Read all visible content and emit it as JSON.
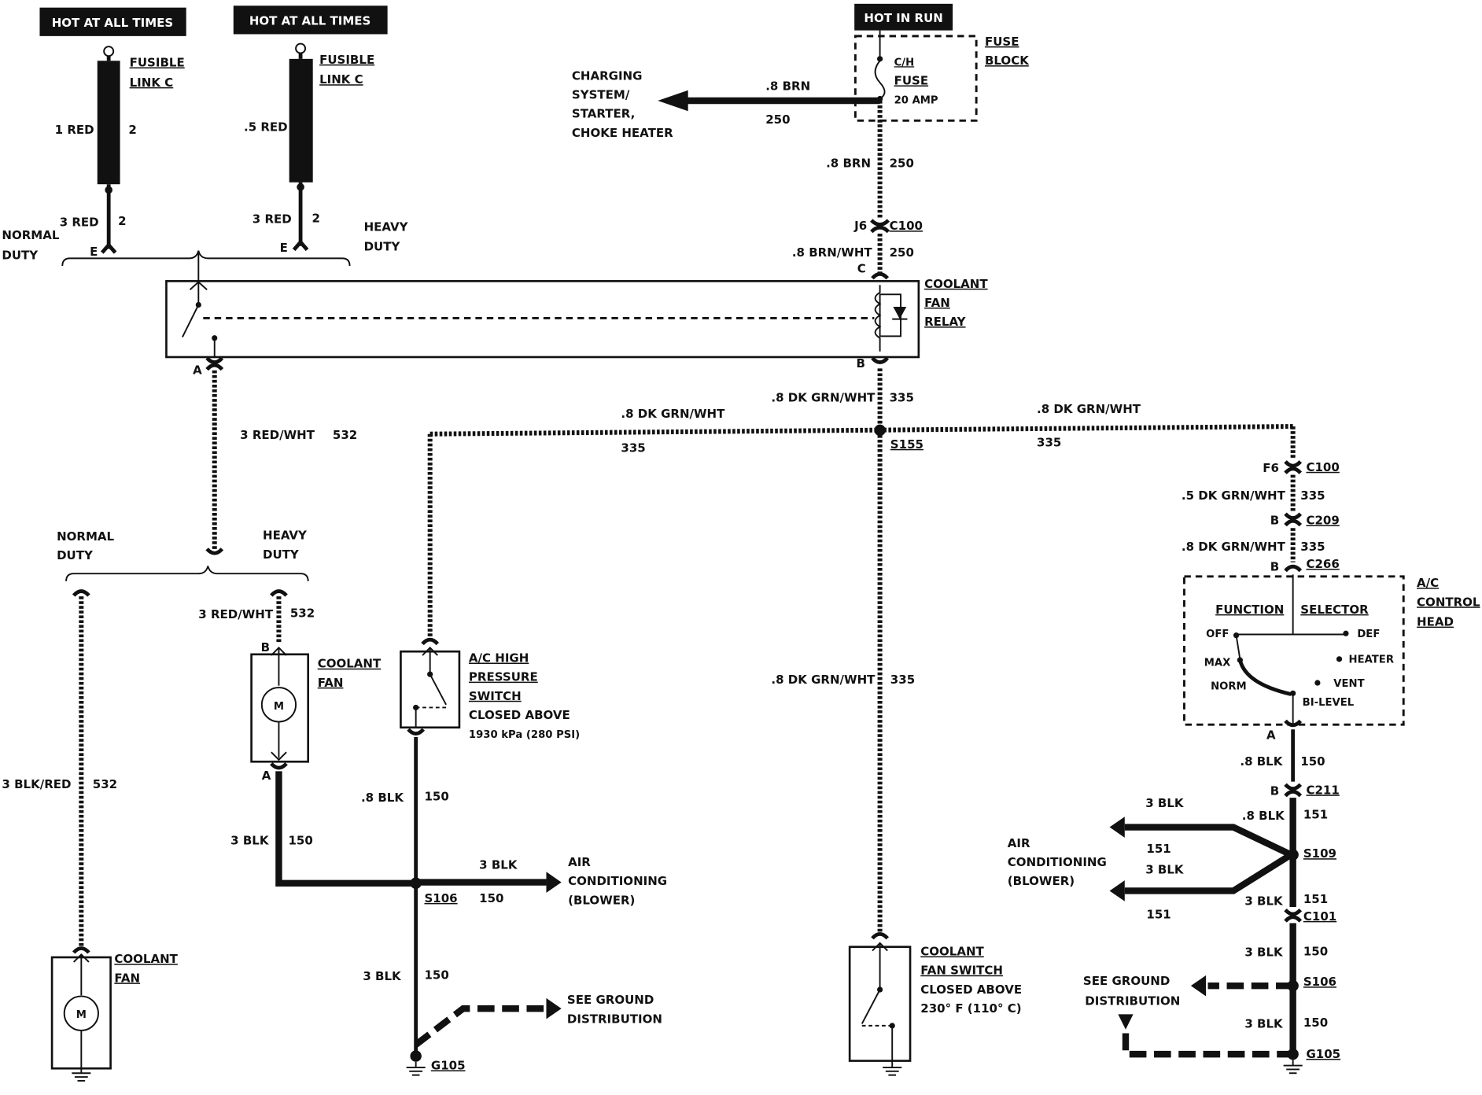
{
  "power": {
    "hot_at_all_times_1": "HOT AT ALL TIMES",
    "hot_at_all_times_2": "HOT AT ALL TIMES",
    "hot_in_run": "HOT IN RUN"
  },
  "fusible_links": {
    "left": {
      "label_1": "FUSIBLE",
      "label_2": "LINK C",
      "wire_top": "1 RED",
      "pin_top": "2",
      "wire_bottom": "3 RED",
      "pin_bottom": "2",
      "term": "E"
    },
    "right": {
      "label_1": "FUSIBLE",
      "label_2": "LINK C",
      "wire_top": ".5 RED",
      "pin_bottom": "2",
      "wire_bottom": "3 RED",
      "term": "E"
    },
    "normal_duty_1": "NORMAL",
    "normal_duty_2": "DUTY",
    "heavy_duty_1": "HEAVY",
    "heavy_duty_2": "DUTY"
  },
  "fuse_block": {
    "label_1": "FUSE",
    "label_2": "BLOCK",
    "fuse_1": "C/H",
    "fuse_2": "FUSE",
    "rating": "20 AMP"
  },
  "charging": {
    "line_1": "CHARGING",
    "line_2": "SYSTEM/",
    "line_3": "STARTER,",
    "line_4": "CHOKE HEATER",
    "wire": ".8 BRN",
    "circuit": "250"
  },
  "feed": {
    "wire_1": ".8 BRN",
    "circuit_1": "250",
    "conn_pin": "J6",
    "conn": "C100",
    "wire_2": ".8 BRN/WHT",
    "circuit_2": "250",
    "pin_c": "C"
  },
  "relay": {
    "label_1": "COOLANT",
    "label_2": "FAN",
    "label_3": "RELAY",
    "pin_a": "A",
    "pin_b": "B"
  },
  "relay_out": {
    "wire": ".8 DK GRN/WHT",
    "circuit": "335"
  },
  "splice_s155": {
    "name": "S155",
    "left_wire": ".8 DK GRN/WHT",
    "left_circuit": "335",
    "right_wire": ".8 DK GRN/WHT",
    "right_circuit": "335"
  },
  "fan_feed": {
    "wire": "3 RED/WHT",
    "circuit": "532"
  },
  "duty_split": {
    "normal_1": "NORMAL",
    "normal_2": "DUTY",
    "heavy_1": "HEAVY",
    "heavy_2": "DUTY"
  },
  "heavy_fan": {
    "wire": "3 RED/WHT",
    "circuit": "532",
    "pin_b": "B",
    "pin_a": "A",
    "label_1": "COOLANT",
    "label_2": "FAN",
    "motor": "M",
    "ground_wire": "3 BLK",
    "ground_circuit": "150"
  },
  "normal_fan": {
    "wire": "3 BLK/RED",
    "circuit": "532",
    "label_1": "COOLANT",
    "label_2": "FAN",
    "motor": "M"
  },
  "hp_switch": {
    "label_1": "A/C HIGH",
    "label_2": "PRESSURE",
    "label_3": "SWITCH",
    "label_4": "CLOSED ABOVE",
    "label_5": "1930 kPa (280 PSI)",
    "out_wire": ".8 BLK",
    "out_circuit": "150"
  },
  "s106_left": {
    "name": "S106",
    "ac_wire": "3 BLK",
    "ac_circuit": "150",
    "ac_1": "AIR",
    "ac_2": "CONDITIONING",
    "ac_3": "(BLOWER)",
    "down_wire": "3 BLK",
    "down_circuit": "150",
    "gd_1": "SEE GROUND",
    "gd_2": "DISTRIBUTION",
    "ground": "G105"
  },
  "mid_branch": {
    "wire": ".8 DK GRN/WHT",
    "circuit": "335"
  },
  "fan_switch": {
    "label_1": "COOLANT",
    "label_2": "FAN SWITCH",
    "label_3": "CLOSED ABOVE",
    "label_4": "230° F (110° C)"
  },
  "right_branch": {
    "c100_pin": "F6",
    "c100": "C100",
    "wire_1": ".5 DK GRN/WHT",
    "circuit_1": "335",
    "c209_pin": "B",
    "c209": "C209",
    "wire_2": ".8 DK GRN/WHT",
    "circuit_2": "335",
    "c266_pin": "B",
    "c266": "C266"
  },
  "ac_head": {
    "label_1": "A/C",
    "label_2": "CONTROL",
    "label_3": "HEAD",
    "function": "FUNCTION",
    "selector": "SELECTOR",
    "off": "OFF",
    "def": "DEF",
    "max": "MAX",
    "heater": "HEATER",
    "norm": "NORM",
    "vent": "VENT",
    "bilevel": "BI-LEVEL",
    "pin_a": "A"
  },
  "right_ground": {
    "wire_1": ".8 BLK",
    "circuit_1": "150",
    "c211_pin": "B",
    "c211": "C211",
    "wire_2": ".8 BLK",
    "circuit_2": "151",
    "blower_top_wire": "3 BLK",
    "blower_top_circuit": "151",
    "blower_bot_wire": "3 BLK",
    "blower_bot_circuit": "151",
    "ac_1": "AIR",
    "ac_2": "CONDITIONING",
    "ac_3": "(BLOWER)",
    "s109": "S109",
    "wire_3": "3 BLK",
    "circuit_3": "151",
    "c101": "C101",
    "wire_4": "3 BLK",
    "circuit_4": "150",
    "s106": "S106",
    "gd_1": "SEE GROUND",
    "gd_2": "DISTRIBUTION",
    "wire_5": "3 BLK",
    "circuit_5": "150",
    "ground": "G105"
  }
}
